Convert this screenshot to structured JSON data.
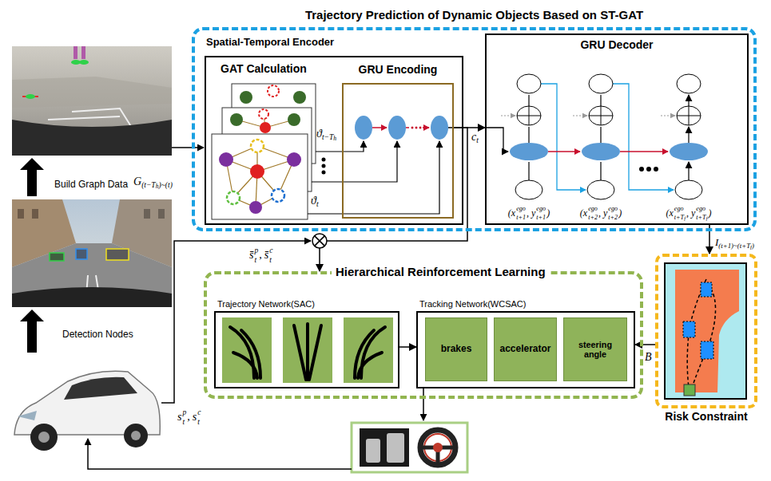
{
  "diagram": {
    "nodes": [
      {
        "text": [
          "Trajectory Prediction of Dynamic Objects Based on ST-GAT"
        ]
      },
      {
        "text": [
          "Spatial-Temporal Encoder"
        ],
        "in": 0
      },
      {
        "text": [
          "GAT Calculation"
        ],
        "in": 1
      },
      {
        "text": [
          "GRU Encoding"
        ],
        "in": 2
      },
      {
        "text": [
          "GRU Decoder"
        ],
        "in": 0
      },
      {
        "text": [
          "Hierarchical Reinforcement Learning"
        ]
      },
      {
        "text": [
          "Trajectory Network(SAC)"
        ],
        "in": 5
      },
      {
        "text": [
          "Tracking Network(WCSAC)"
        ],
        "in": 5
      },
      {
        "text": [
          "brakes"
        ],
        "in": 7
      },
      {
        "text": [
          "accelerator"
        ],
        "in": 7
      },
      {
        "text": [
          "steering angle"
        ],
        "in": 7
      },
      {
        "text": [
          "Risk Constraint"
        ]
      }
    ],
    "edges": [
      {
        "from": 3,
        "to": 4,
        "arrow": "to"
      },
      {
        "from": 3,
        "to": 5,
        "arrow": "to"
      },
      {
        "from": 4,
        "to": 11,
        "arrow": "to"
      },
      {
        "from": 11,
        "to": 7,
        "arrow": "to"
      },
      {
        "from": 6,
        "to": 7,
        "arrow": "to"
      }
    ],
    "labels": [
      "Build Graph Data",
      "Detection Nodes",
      "G",
      "(t−T",
      "h",
      ")~(t)",
      "ϑ",
      "t−T",
      "h",
      "ϑ",
      "t",
      "c",
      "t",
      "(x",
      "ego",
      "t+1",
      ", y",
      "ego",
      "t+1",
      ")",
      "(x",
      "ego",
      "t+2",
      ", y",
      "ego",
      "t+2",
      ")",
      "(x",
      "ego",
      "t+T",
      "f",
      ", y",
      "ego",
      "t+T",
      "f",
      ")",
      "I",
      "(t+1)~(t+T",
      "f",
      ")",
      "s̄",
      "t",
      "p",
      ",",
      "s̄",
      "t",
      "c",
      "s",
      "t",
      "p",
      ",",
      "s",
      "t",
      "c",
      "B"
    ]
  }
}
